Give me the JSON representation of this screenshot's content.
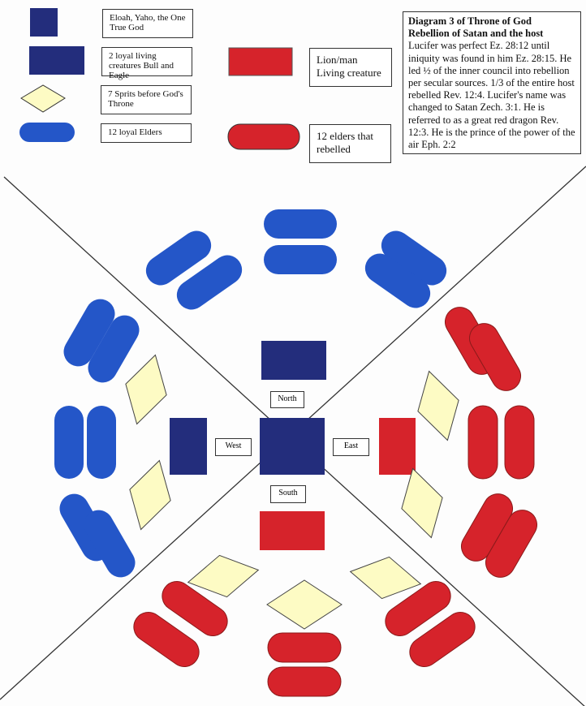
{
  "legend": {
    "god": "Eloah, Yaho, the One True God",
    "loyal_creatures": "2 loyal living creatures Bull and Eagle",
    "spirits": "7 Sprits before God's Throne",
    "loyal_elders": "12 loyal Elders",
    "lion_man": "Lion/man Living creature",
    "rebel_elders": "12 elders that rebelled"
  },
  "info": {
    "title1": "Diagram 3 of Throne of God",
    "title2": "Rebellion of Satan and the host",
    "body": "Lucifer was perfect Ez. 28:12 until iniquity was found in him Ez. 28:15. He led ½ of the inner council into rebellion per secular sources. 1/3  of the entire host rebelled Rev. 12:4. Lucifer's name was changed to Satan Zech. 3:1. He is referred to as a great red dragon Rev. 12:3. He is the prince of the power of the air Eph. 2:2"
  },
  "directions": {
    "north": "North",
    "south": "South",
    "east": "East",
    "west": "West"
  },
  "colors": {
    "navy": "#232d7c",
    "blue": "#2456c8",
    "red": "#d6232b",
    "cream": "#fdfbc4"
  }
}
